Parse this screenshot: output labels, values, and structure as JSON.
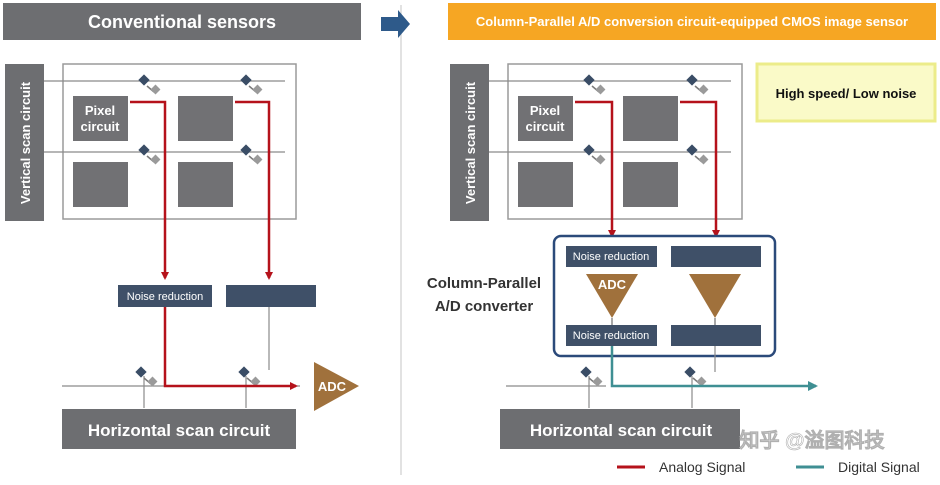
{
  "colors": {
    "gray_dark": "#6d6e71",
    "gray_pixel": "#717174",
    "navy": "#3f5068",
    "analog": "#b5121b",
    "digital": "#3f8f93",
    "adc": "#a0713c",
    "orange": "#f6a623",
    "highlight_fill": "#fafac8",
    "highlight_border": "#ecec8a",
    "panel_border": "#2b4a7a"
  },
  "icons": {
    "transition_arrow": "right-arrow-icon",
    "switch": "switch-icon"
  },
  "left": {
    "title": "Conventional sensors",
    "vertical_label": "Vertical scan circuit",
    "pixel_label_line1": "Pixel",
    "pixel_label_line2": "circuit",
    "noise_reduction": "Noise reduction",
    "adc": "ADC",
    "horizontal_label": "Horizontal scan circuit"
  },
  "right": {
    "title": "Column-Parallel A/D conversion circuit-equipped CMOS image sensor",
    "vertical_label": "Vertical scan circuit",
    "pixel_label_line1": "Pixel",
    "pixel_label_line2": "circuit",
    "highlight": "High speed/ Low noise",
    "converter_line1": "Column-Parallel",
    "converter_line2": "A/D converter",
    "noise_reduction_top": "Noise reduction",
    "adc": "ADC",
    "noise_reduction_bottom": "Noise reduction",
    "horizontal_label": "Horizontal scan circuit"
  },
  "legend": {
    "analog": "Analog Signal",
    "digital": "Digital Signal"
  },
  "watermark": "知乎 @溢图科技"
}
